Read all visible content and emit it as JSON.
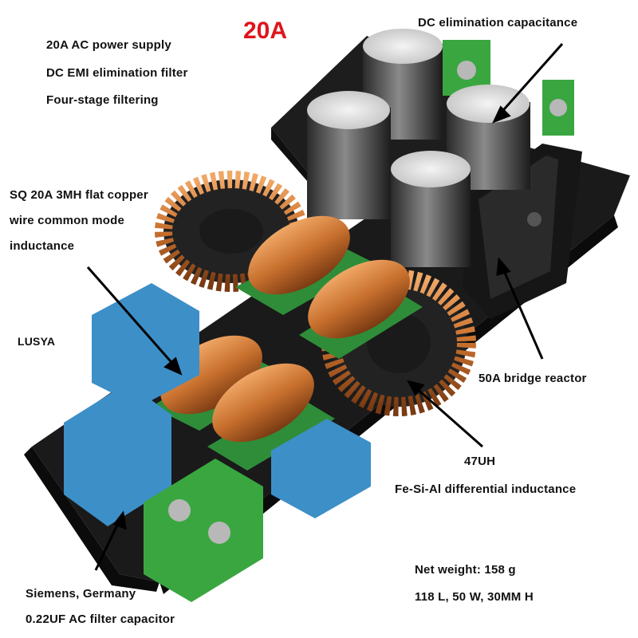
{
  "title": "20A",
  "features": [
    "20A AC power supply",
    "DC EMI elimination filter",
    "Four-stage filtering"
  ],
  "callouts": {
    "dc_capacitance": "DC elimination capacitance",
    "common_mode": [
      "SQ 20A 3MH flat copper",
      "wire common mode",
      "inductance"
    ],
    "brand": "LUSYA",
    "bridge": "50A bridge reactor",
    "diff_value": "47UH",
    "diff_label": "Fe-Si-Al differential inductance",
    "weight": "Net weight: 158 g",
    "dimensions": "118 L, 50 W, 30MM H",
    "capacitor": [
      "Siemens, Germany",
      "0.22UF AC filter capacitor"
    ]
  },
  "colors": {
    "title": "#e0141b",
    "pcb": "#1a1a1a",
    "copper": "#c8702e",
    "cap_blue": "#3d8fc7",
    "terminal_green": "#3aa640"
  }
}
